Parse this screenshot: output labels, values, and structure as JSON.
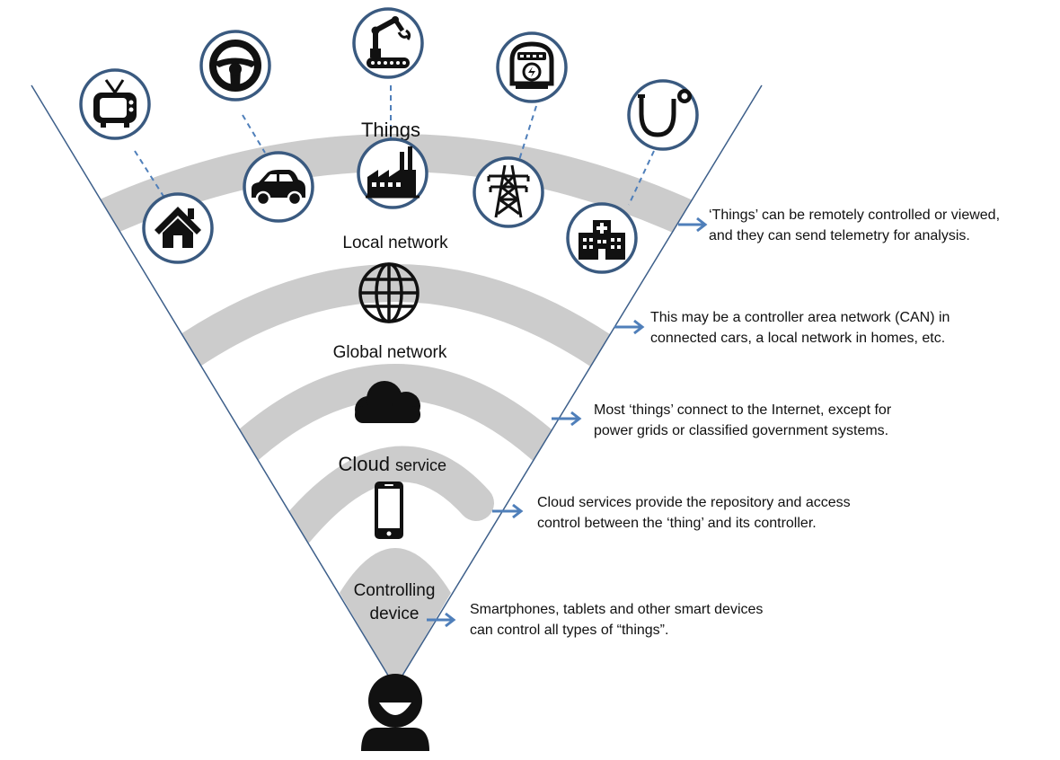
{
  "layers": {
    "things": "Things",
    "local_network": "Local network",
    "global_network": "Global network",
    "cloud_service_big": "Cloud",
    "cloud_service_small": "service",
    "controlling_device_line1": "Controlling",
    "controlling_device_line2": "device"
  },
  "notes": {
    "things": "‘Things’ can be remotely controlled or viewed,\nand they can send telemetry for analysis.",
    "local_network": "This may be a controller area network (CAN) in\nconnected cars, a local network in homes, etc.",
    "global_network": "Most ‘things’ connect to the Internet, except for\npower grids or classified government systems.",
    "cloud_service": "Cloud services provide the repository and access\ncontrol between the ‘thing’ and its controller.",
    "controlling_device": "Smartphones, tablets and other smart devices\ncan control all types of “things”."
  },
  "icons": {
    "outer": [
      "tv-icon",
      "steering-wheel-icon",
      "robot-arm-icon",
      "power-meter-icon",
      "stethoscope-icon"
    ],
    "inner": [
      "house-icon",
      "car-icon",
      "factory-icon",
      "power-tower-icon",
      "hospital-icon"
    ],
    "layers": [
      "globe-icon",
      "cloud-icon",
      "smartphone-icon",
      "user-icon"
    ]
  },
  "colors": {
    "band": "#cccccc",
    "circle_stroke": "#3a5a80",
    "arrow": "#4f7fba",
    "outline": "#3d5f8a",
    "icon": "#111111"
  }
}
